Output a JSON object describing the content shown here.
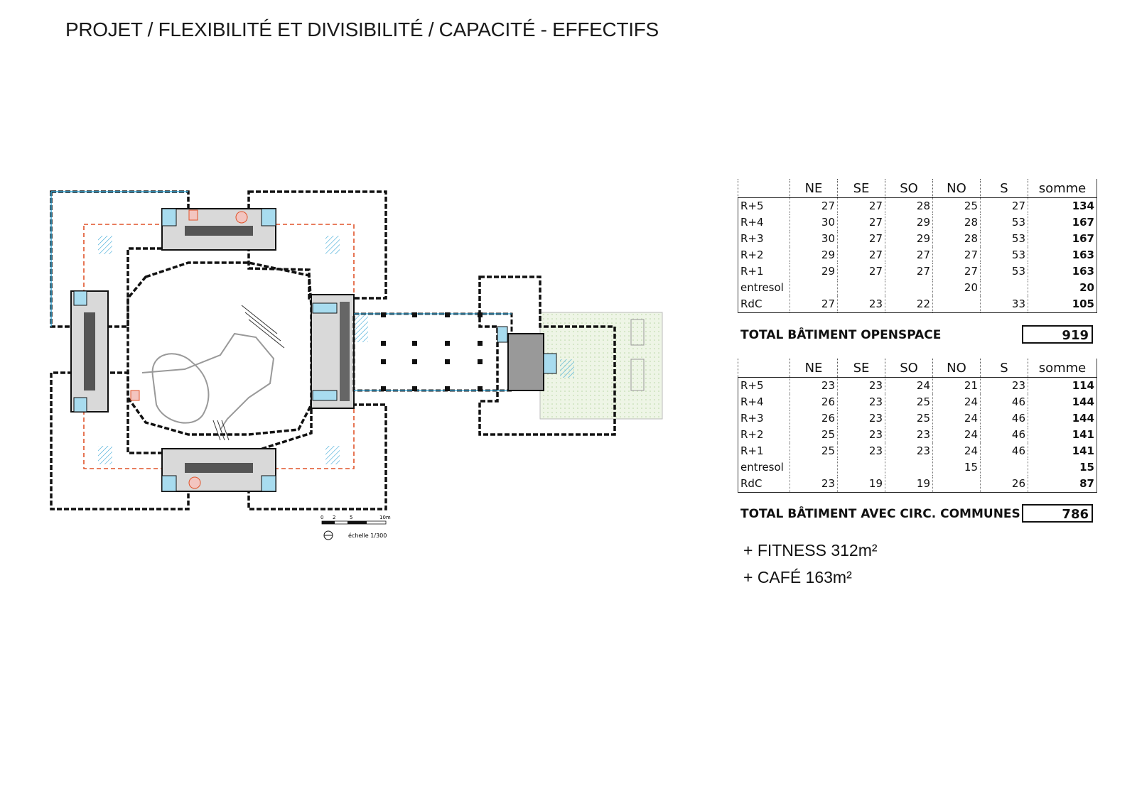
{
  "title": "PROJET / FLEXIBILITÉ ET DIVISIBILITÉ / CAPACITÉ - EFFECTIFS",
  "columns": [
    "NE",
    "SE",
    "SO",
    "NO",
    "S",
    "somme"
  ],
  "table1": {
    "rows": [
      {
        "label": "R+5",
        "values": [
          "27",
          "27",
          "28",
          "25",
          "27"
        ],
        "sum": "134"
      },
      {
        "label": "R+4",
        "values": [
          "30",
          "27",
          "29",
          "28",
          "53"
        ],
        "sum": "167"
      },
      {
        "label": "R+3",
        "values": [
          "30",
          "27",
          "29",
          "28",
          "53"
        ],
        "sum": "167"
      },
      {
        "label": "R+2",
        "values": [
          "29",
          "27",
          "27",
          "27",
          "53"
        ],
        "sum": "163"
      },
      {
        "label": "R+1",
        "values": [
          "29",
          "27",
          "27",
          "27",
          "53"
        ],
        "sum": "163"
      },
      {
        "label": "entresol",
        "values": [
          "",
          "",
          "",
          "20",
          ""
        ],
        "sum": "20"
      },
      {
        "label": "RdC",
        "values": [
          "27",
          "23",
          "22",
          "",
          "33"
        ],
        "sum": "105"
      }
    ],
    "total_label": "TOTAL BÂTIMENT OPENSPACE",
    "total_value": "919"
  },
  "table2": {
    "rows": [
      {
        "label": "R+5",
        "values": [
          "23",
          "23",
          "24",
          "21",
          "23"
        ],
        "sum": "114"
      },
      {
        "label": "R+4",
        "values": [
          "26",
          "23",
          "25",
          "24",
          "46"
        ],
        "sum": "144"
      },
      {
        "label": "R+3",
        "values": [
          "26",
          "23",
          "25",
          "24",
          "46"
        ],
        "sum": "144"
      },
      {
        "label": "R+2",
        "values": [
          "25",
          "23",
          "23",
          "24",
          "46"
        ],
        "sum": "141"
      },
      {
        "label": "R+1",
        "values": [
          "25",
          "23",
          "23",
          "24",
          "46"
        ],
        "sum": "141"
      },
      {
        "label": "entresol",
        "values": [
          "",
          "",
          "",
          "15",
          ""
        ],
        "sum": "15"
      },
      {
        "label": "RdC",
        "values": [
          "23",
          "19",
          "19",
          "",
          "26"
        ],
        "sum": "87"
      }
    ],
    "total_label": "TOTAL BÂTIMENT AVEC CIRC. COMMUNES",
    "total_value": "786"
  },
  "extras": [
    "+ FITNESS 312m²",
    "+ CAFÉ 163m²"
  ],
  "scale": {
    "ticks": [
      "0",
      "2",
      "5",
      "10m"
    ],
    "label": "échelle 1/300"
  },
  "colors": {
    "wall": "#111111",
    "glazing": "#3aa7d6",
    "zone": "#e0532a",
    "core_light": "#a8dcef",
    "terrace": "#e9f2dd"
  }
}
